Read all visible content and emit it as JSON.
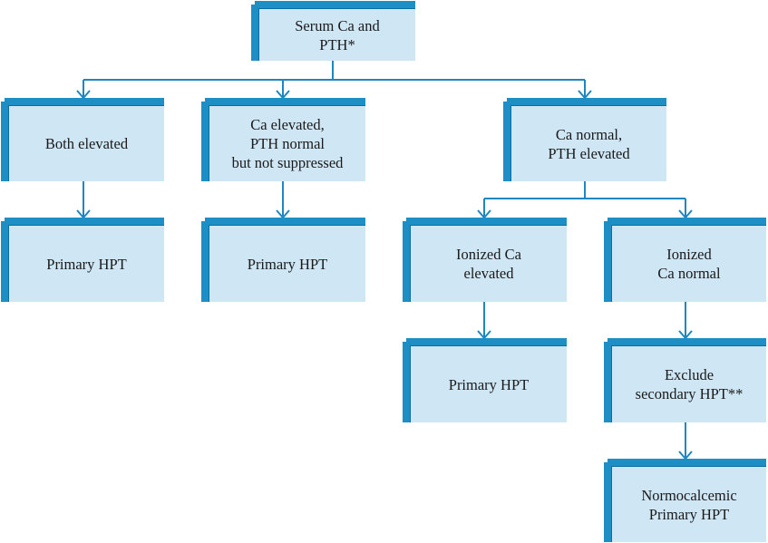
{
  "nodes": {
    "root": [
      "Serum Ca and",
      "PTH*"
    ],
    "both_elevated": [
      "Both elevated"
    ],
    "ca_elevated_pth_normal": [
      "Ca elevated,",
      "PTH normal",
      "but not suppressed"
    ],
    "ca_normal_pth_elevated": [
      "Ca normal,",
      "PTH elevated"
    ],
    "primary_hpt_1": [
      "Primary HPT"
    ],
    "primary_hpt_2": [
      "Primary HPT"
    ],
    "ionized_ca_elevated": [
      "Ionized Ca",
      "elevated"
    ],
    "ionized_ca_normal": [
      "Ionized",
      "Ca normal"
    ],
    "primary_hpt_3": [
      "Primary HPT"
    ],
    "exclude_secondary": [
      "Exclude",
      "secondary HPT**"
    ],
    "normocalcemic": [
      "Normocalcemic",
      "Primary HPT"
    ]
  },
  "colors": {
    "box_face": "#cfe6f4",
    "box_edge": "#1e8fc4",
    "connector": "#1e87c0"
  }
}
